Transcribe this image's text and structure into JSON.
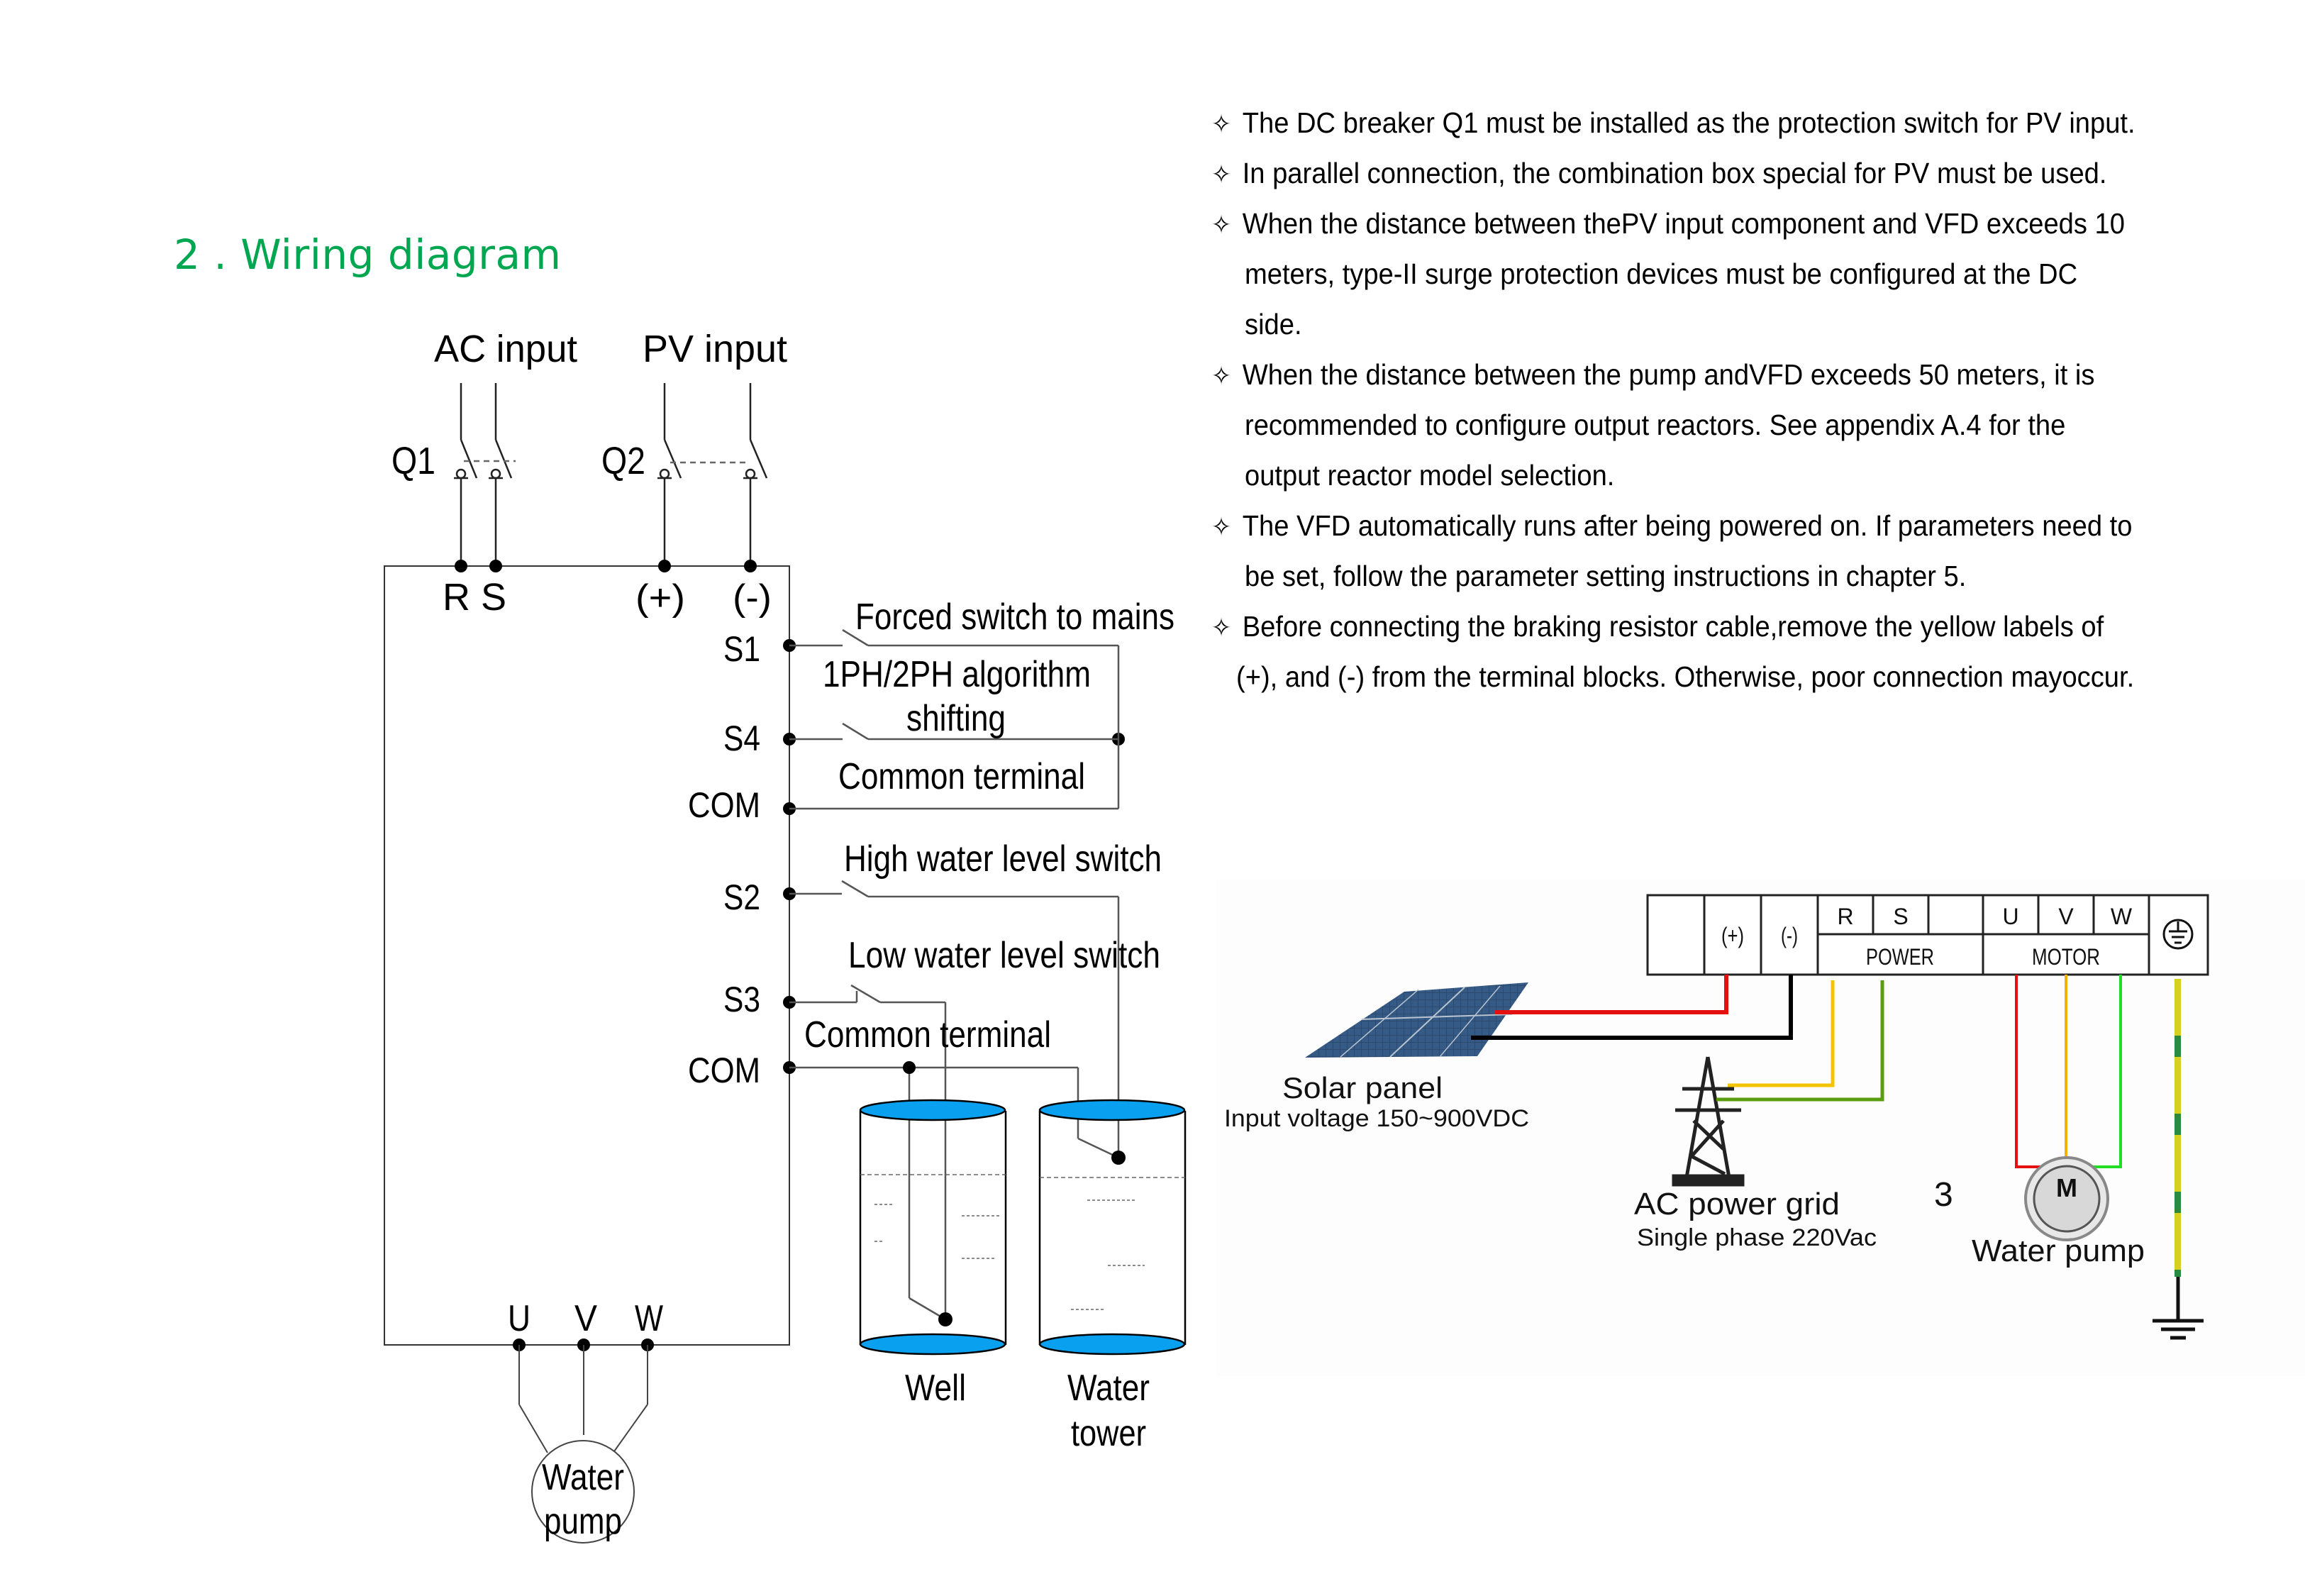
{
  "section": {
    "title": "2 . Wiring diagram",
    "heading_color": "#00a650"
  },
  "notes": {
    "bullet_icon": "✧",
    "items": [
      {
        "lines": [
          "The DC breaker Q1 must be installed as the protection switch for PV input."
        ]
      },
      {
        "lines": [
          "In parallel connection, the combination box special for PV must be used."
        ]
      },
      {
        "lines": [
          "When the distance between thePV input component and VFD exceeds 10",
          "meters, type-II surge protection devices must be configured at the DC",
          "side."
        ]
      },
      {
        "lines": [
          "When the distance between the pump andVFD exceeds 50 meters, it is",
          "recommended to configure output reactors. See appendix A.4 for the",
          "output reactor model selection."
        ]
      },
      {
        "lines": [
          "The VFD automatically runs after being powered on. If parameters need to",
          "be set, follow the parameter setting instructions in chapter 5."
        ]
      },
      {
        "lines": [
          "Before connecting the braking resistor cable,remove the yellow labels of",
          "(+), and (-) from the terminal blocks. Otherwise, poor connection mayoccur."
        ]
      }
    ]
  },
  "schematic": {
    "inputs": {
      "ac": "AC input",
      "pv": "PV input"
    },
    "breakers": {
      "q1": "Q1",
      "q2": "Q2"
    },
    "power_terminals": {
      "r": "R",
      "s": "S",
      "plus": "(+)",
      "minus": "(-)"
    },
    "control_terminals": {
      "s1": "S1",
      "s4": "S4",
      "com1": "COM",
      "s2": "S2",
      "s3": "S3",
      "com2": "COM"
    },
    "switch_labels": {
      "forced": "Forced switch to mains",
      "algo_line1": "1PH/2PH algorithm",
      "algo_line2": "shifting",
      "common1": "Common terminal",
      "high_level": "High water level switch",
      "low_level": "Low water level switch",
      "common2": "Common terminal"
    },
    "output_terminals": {
      "u": "U",
      "v": "V",
      "w": "W"
    },
    "pump": {
      "line1": "Water",
      "line2": "pump"
    },
    "tanks": {
      "well": "Well",
      "tower_line1": "Water",
      "tower_line2": "tower",
      "water_color": "#0aa0f0"
    }
  },
  "pictorial": {
    "terminal_block": {
      "plus": "(+)",
      "minus": "(-)",
      "r": "R",
      "s": "S",
      "u": "U",
      "v": "V",
      "w": "W",
      "power_group": "POWER",
      "motor_group": "MOTOR",
      "ground_icon": "protective-earth-icon"
    },
    "solar": {
      "title": "Solar panel",
      "subtitle": "Input voltage 150~900VDC"
    },
    "grid": {
      "title": "AC power grid",
      "subtitle": "Single phase 220Vac"
    },
    "motor": {
      "symbol": "M",
      "phase_label": "3",
      "title": "Water pump"
    },
    "wire_colors": {
      "pv_plus": "#e41010",
      "pv_minus": "#000000",
      "grid_l": "#f5c400",
      "grid_n": "#5a9e10",
      "motor_u": "#e41010",
      "motor_v": "#f0b400",
      "motor_w": "#22dd22",
      "earth_yellow": "#d8d020",
      "earth_green": "#2a8a40"
    }
  }
}
